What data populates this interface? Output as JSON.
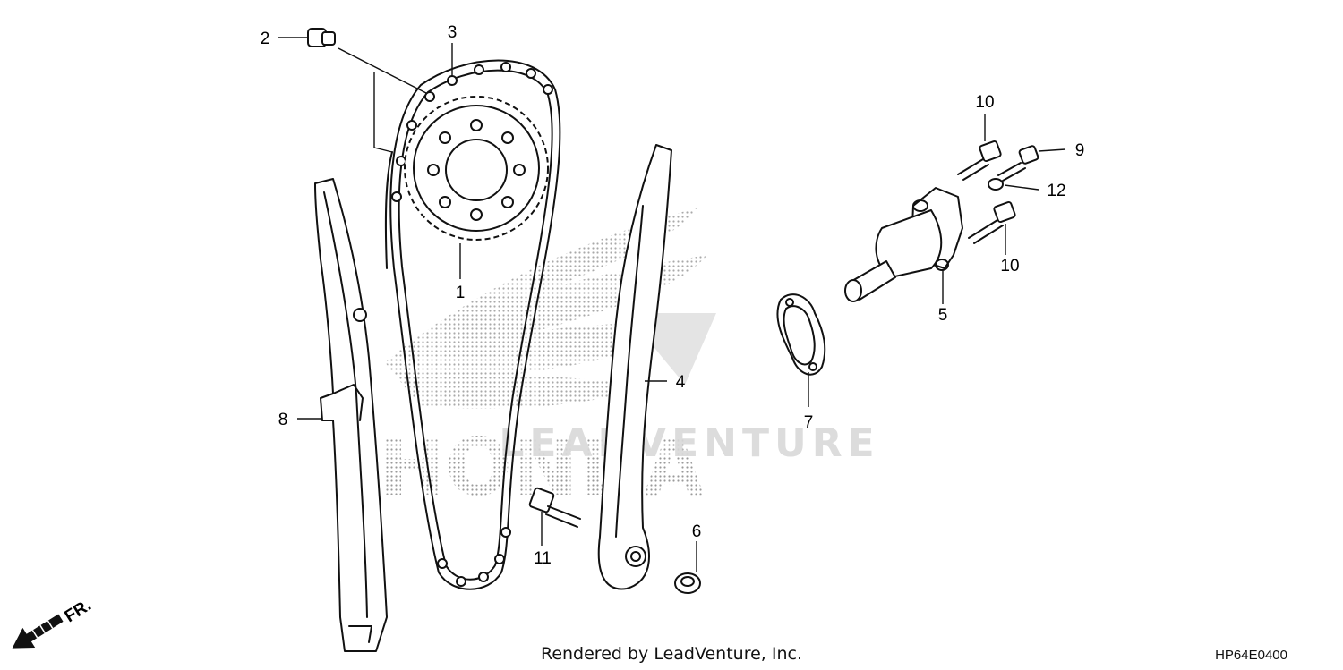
{
  "diagram": {
    "callouts": [
      "1",
      "2",
      "3",
      "4",
      "5",
      "6",
      "7",
      "8",
      "9",
      "10",
      "10",
      "11",
      "12"
    ],
    "direction_label": "FR.",
    "footer": "Rendered by LeadVenture, Inc.",
    "diagram_code": "HP64E0400",
    "watermark": {
      "brand": "HONDA",
      "text": "LEADVENTURE"
    }
  }
}
